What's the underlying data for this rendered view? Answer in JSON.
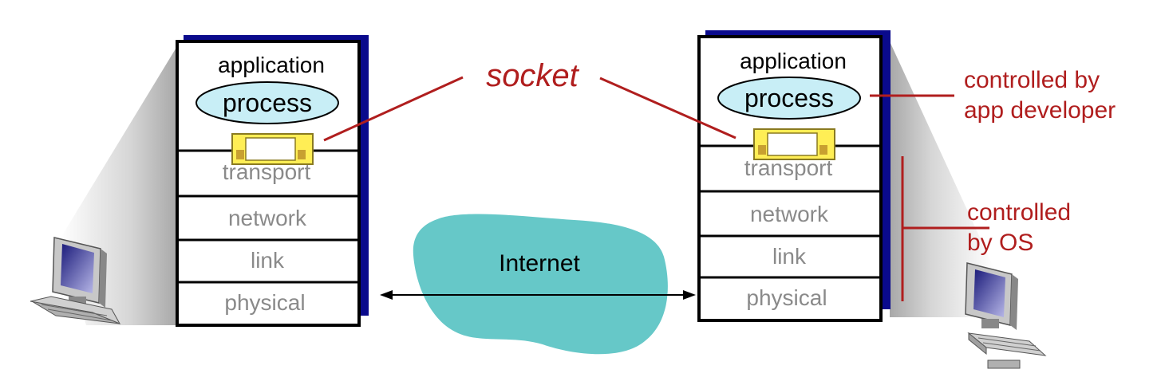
{
  "colors": {
    "stack_border": "#000000",
    "stack_shadow": "#0a0a8c",
    "layer_text_gray": "#8a8a8a",
    "process_fill": "#c8eef6",
    "socket_fill": "#ffee55",
    "socket_dark": "#c8a030",
    "accent_red": "#b01e1e",
    "cloud_fill": "#66c8c8"
  },
  "left_host": {
    "application": "application",
    "process": "process",
    "transport": "transport",
    "network": "network",
    "link": "link",
    "physical": "physical"
  },
  "right_host": {
    "application": "application",
    "process": "process",
    "transport": "transport",
    "network": "network",
    "link": "link",
    "physical": "physical"
  },
  "labels": {
    "socket": "socket",
    "internet": "Internet",
    "app_dev_line1": "controlled by",
    "app_dev_line2": "app developer",
    "os_line1": "controlled",
    "os_line2": "by OS"
  },
  "icons": [
    "computer-icon",
    "computer-icon",
    "socket-icon",
    "cloud-icon",
    "double-arrow-icon"
  ]
}
